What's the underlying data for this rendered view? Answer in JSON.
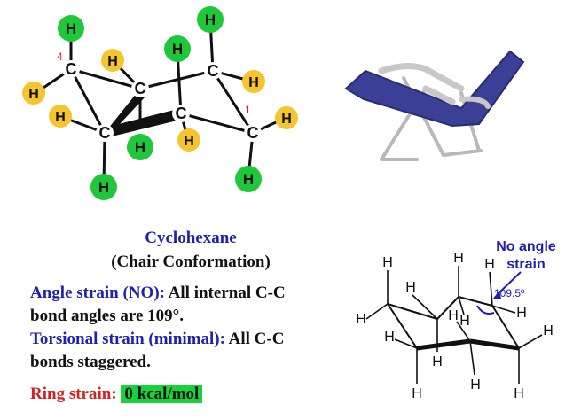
{
  "molecule": {
    "atom_C": "C",
    "atom_H": "H",
    "num_4": "4",
    "num_1": "1",
    "colors": {
      "axial": "#1ec83a",
      "equatorial": "#f5c530",
      "bond": "#111111",
      "number": "#e02020"
    }
  },
  "chair_image": {
    "frame_color": "#c0c0c0",
    "fabric_color": "#3c3f96"
  },
  "text": {
    "title": "Cyclohexane",
    "subtitle": "(Chair Conformation)",
    "angle_label": "Angle strain (NO):",
    "angle_rest1": " All internal C-C",
    "angle_rest2": "bond angles are 109°.",
    "torsion_label": "Torsional strain (minimal):",
    "torsion_rest1": " All C-C",
    "torsion_rest2": "bonds staggered.",
    "ring_label": "Ring strain:",
    "ring_value": "0 kcal/mol"
  },
  "line_diagram": {
    "annotation_line1": "No angle",
    "annotation_line2": "strain",
    "angle_value": "109.5º",
    "atom_H": "H"
  }
}
